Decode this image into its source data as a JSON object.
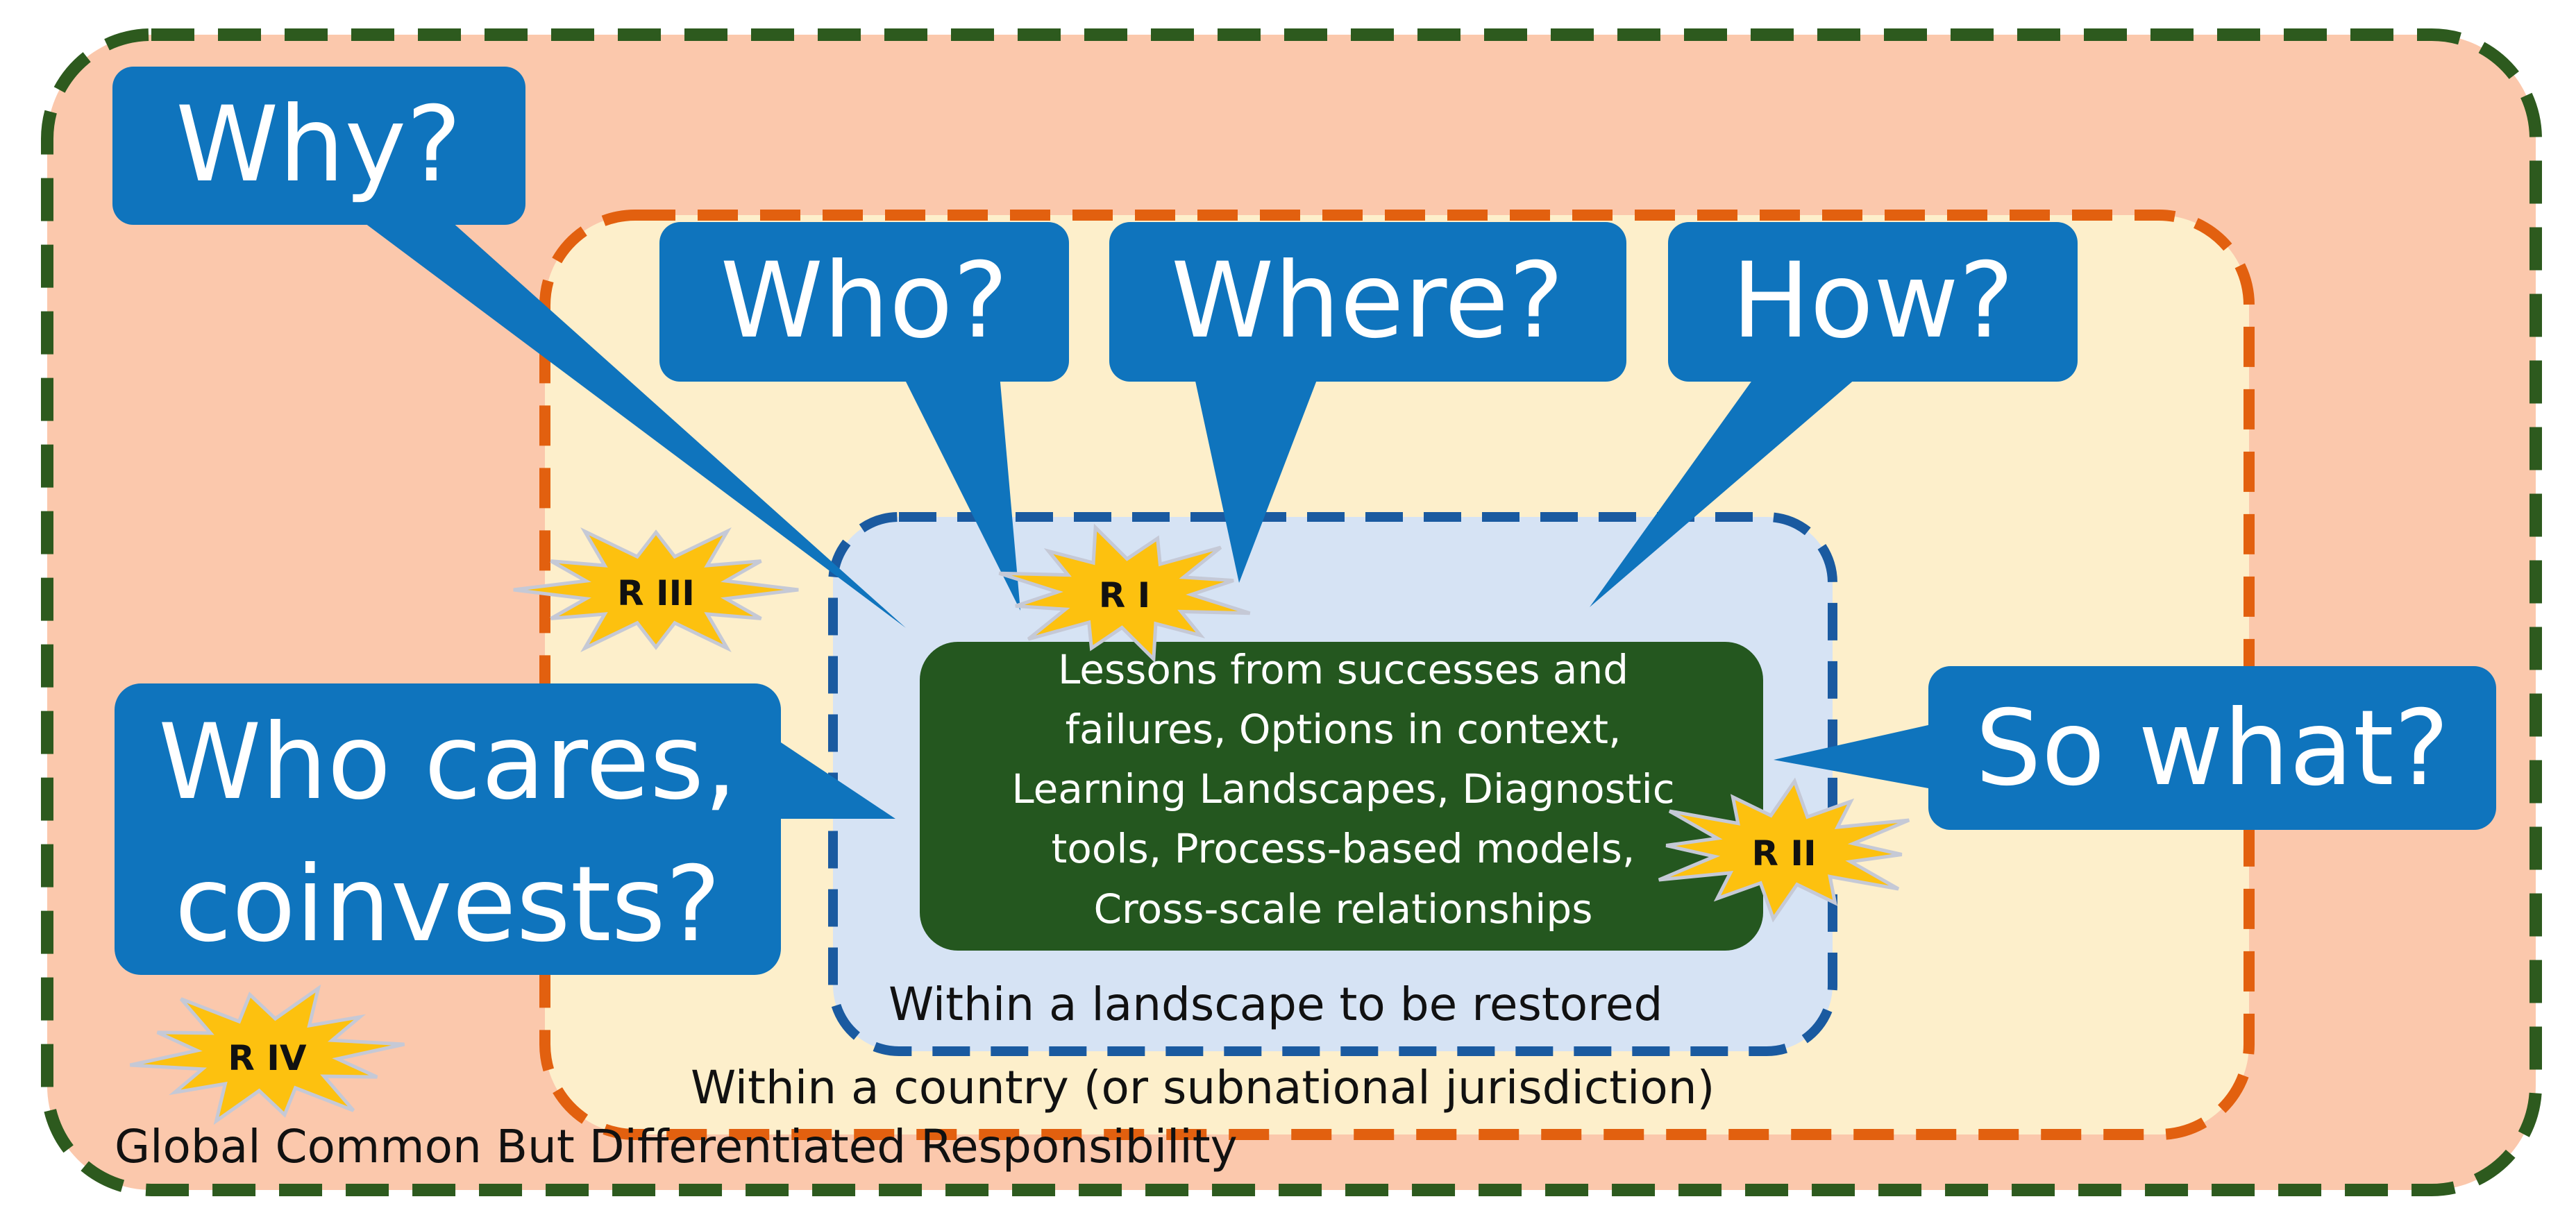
{
  "colors": {
    "global_fill": "#fbc8ac",
    "global_border": "#2d5a1e",
    "country_fill": "#fdefcb",
    "country_border": "#e2600f",
    "landscape_fill": "#d6e3f4",
    "landscape_border": "#1a5aa0",
    "core_fill": "#24571f",
    "bubble_fill": "#0f74bd",
    "star_fill": "#fdc10f",
    "star_stroke": "#c5c9d6"
  },
  "boxes": {
    "global_label": "Global Common But Differentiated Responsibility",
    "country_label": "Within a country (or subnational jurisdiction)",
    "landscape_label": "Within a landscape to be restored"
  },
  "core": {
    "lines": [
      "Lessons from successes and",
      "failures, Options in context,",
      "Learning Landscapes, Diagnostic",
      "tools, Process-based models,",
      "Cross-scale relationships"
    ]
  },
  "questions": {
    "why": "Why?",
    "who": "Who?",
    "where": "Where?",
    "how": "How?",
    "who_cares_line1": "Who cares,",
    "who_cares_line2": "coinvests?",
    "so_what": "So what?"
  },
  "research_stars": {
    "r1": "R I",
    "r2": "R II",
    "r3": "R III",
    "r4": "R IV"
  }
}
